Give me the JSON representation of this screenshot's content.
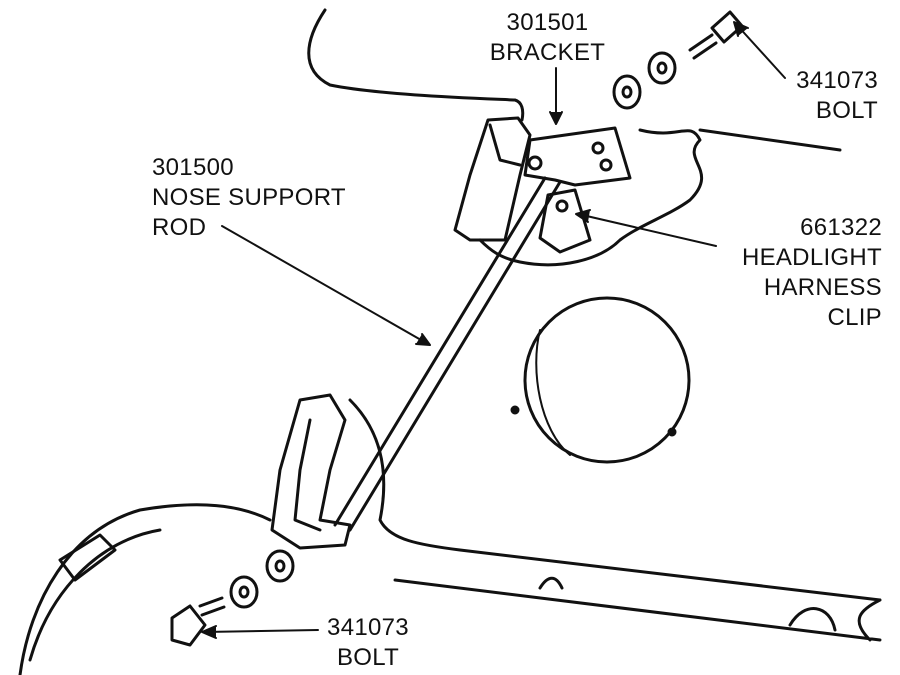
{
  "title": "Nose support rod assembly diagram",
  "callouts": {
    "bracket": {
      "part_number": "301501",
      "name": "BRACKET"
    },
    "top_bolt": {
      "part_number": "341073",
      "name": "BOLT"
    },
    "rod": {
      "part_number": "301500",
      "name_line1": "NOSE SUPPORT",
      "name_line2": "ROD"
    },
    "clip": {
      "part_number": "661322",
      "name_line1": "HEADLIGHT",
      "name_line2": "HARNESS",
      "name_line3": "CLIP"
    },
    "bottom_bolt": {
      "part_number": "341073",
      "name": "BOLT"
    }
  }
}
